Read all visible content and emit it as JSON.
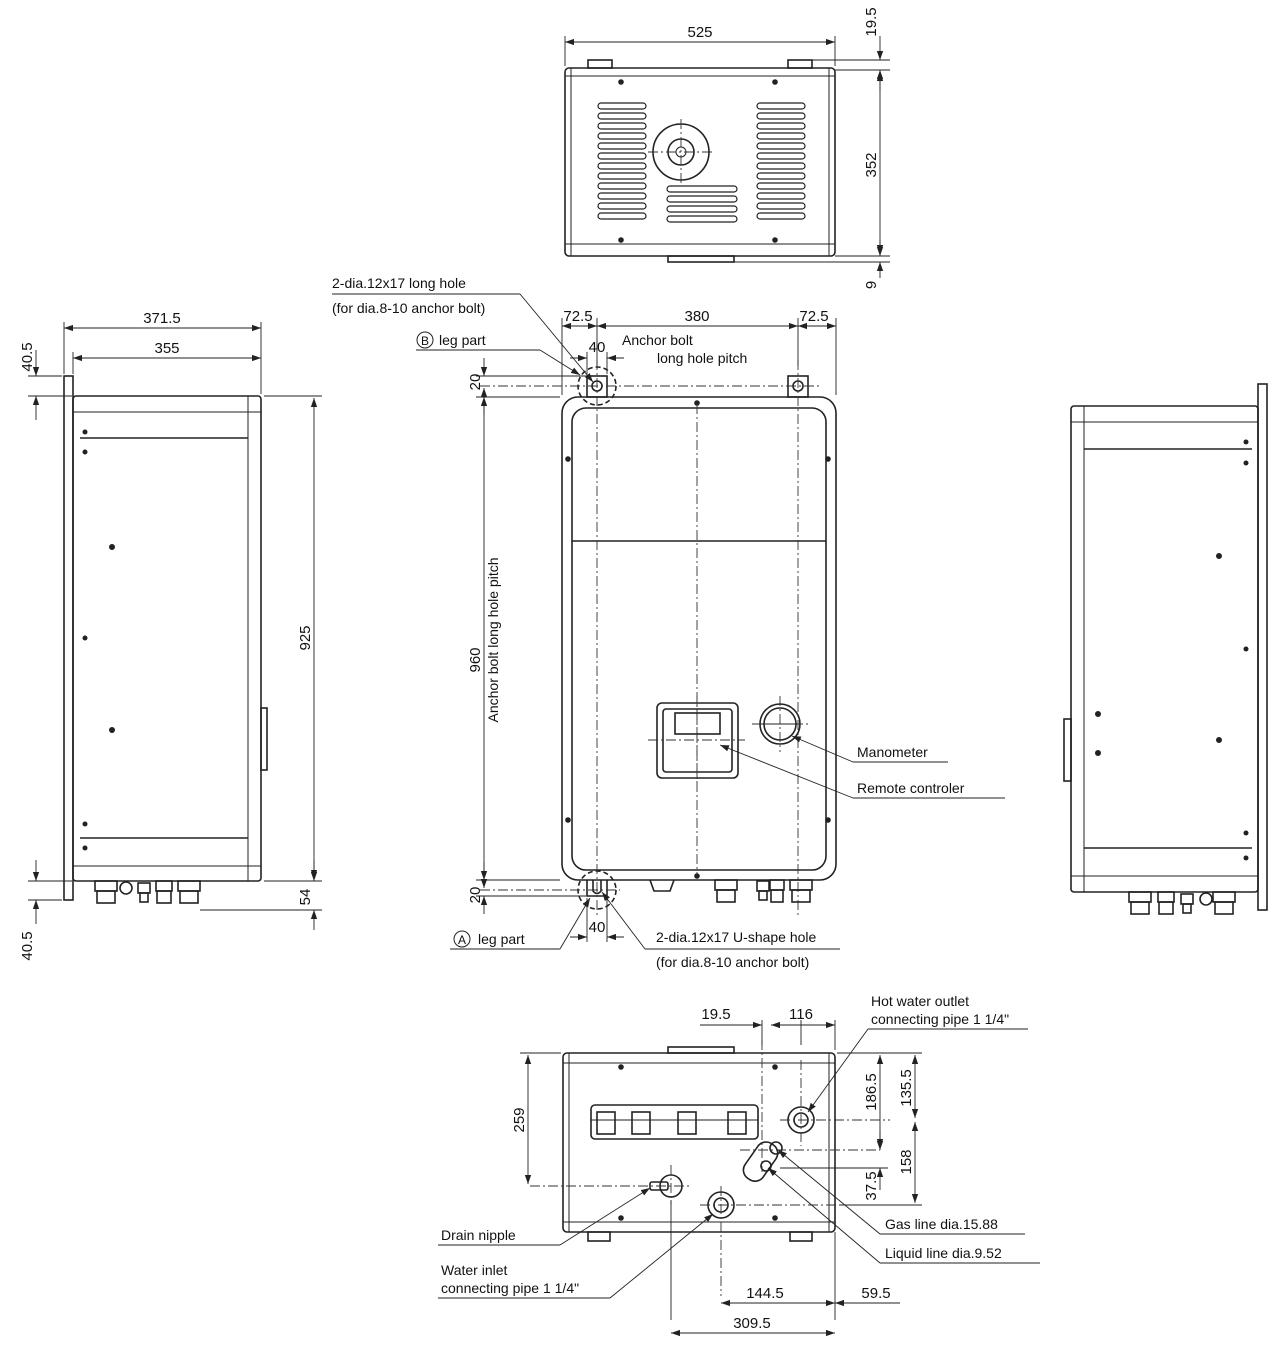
{
  "top_view": {
    "width": "525",
    "top_offset": "19.5",
    "depth": "352",
    "bottom_offset": "9"
  },
  "left_view": {
    "outer_width": "371.5",
    "inner_width": "355",
    "top_offset": "40.5",
    "height": "925",
    "bottom_offset": "54",
    "bottom_extra": "40.5"
  },
  "front_view": {
    "left_margin": "72.5",
    "pitch": "380",
    "right_margin": "72.5",
    "leg_width_top": "40",
    "leg_width_bottom": "40",
    "leg_top": "20",
    "leg_bottom": "20",
    "vertical_pitch": "960",
    "long_hole": "2-dia.12x17 long hole",
    "long_hole_note": "(for dia.8-10 anchor bolt)",
    "b_letter": "B",
    "b_leg": "leg part",
    "anchor_bolt": "Anchor bolt",
    "anchor_pitch": "long hole pitch",
    "vertical_pitch_label": "Anchor bolt long hole pitch",
    "manometer": "Manometer",
    "remote": "Remote controler",
    "a_letter": "A",
    "a_leg": "leg part",
    "u_hole": "2-dia.12x17 U-shape hole",
    "u_hole_note": "(for dia.8-10 anchor bolt)"
  },
  "bottom_view": {
    "d_19_5": "19.5",
    "d_116": "116",
    "hot_water_1": "Hot water outlet",
    "hot_water_2": "connecting pipe 1 1/4\"",
    "d_259": "259",
    "d_186_5": "186.5",
    "d_135_5": "135.5",
    "d_158": "158",
    "d_37_5": "37.5",
    "drain": "Drain nipple",
    "gas": "Gas line dia.15.88",
    "liquid": "Liquid line dia.9.52",
    "water_in_1": "Water inlet",
    "water_in_2": "connecting pipe 1 1/4\"",
    "d_144_5": "144.5",
    "d_59_5": "59.5",
    "d_309_5": "309.5"
  }
}
